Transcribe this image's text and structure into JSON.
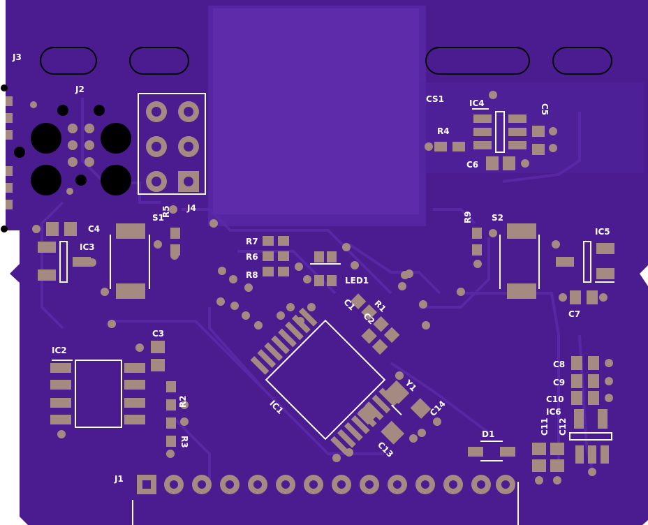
{
  "colors": {
    "board": "#4b1b90",
    "board_inner": "#3f1480",
    "trace": "#5a2aa8",
    "pad": "#a58a82",
    "pad_hole": "#e8dcd6",
    "silk": "#ffffff",
    "drill": "#000000"
  },
  "labels": {
    "J3": "J3",
    "J2": "J2",
    "J4": "J4",
    "J1": "J1",
    "CS1": "CS1",
    "IC4": "IC4",
    "R4": "R4",
    "C5": "C5",
    "C6": "C6",
    "C4": "C4",
    "S1": "S1",
    "R5": "R5",
    "IC3": "IC3",
    "R7": "R7",
    "R6": "R6",
    "R8": "R8",
    "LED1": "LED1",
    "R9": "R9",
    "S2": "S2",
    "IC5": "IC5",
    "C7": "C7",
    "C1": "C1",
    "R1": "R1",
    "C2": "C2",
    "IC2": "IC2",
    "C3": "C3",
    "R2": "R2",
    "R3": "R3",
    "IC1": "IC1",
    "Y1": "Y1",
    "C14": "C14",
    "C13": "C13",
    "D1": "D1",
    "C11": "C11",
    "C12": "C12",
    "C8": "C8",
    "C9": "C9",
    "C10": "C10",
    "IC6": "IC6"
  }
}
